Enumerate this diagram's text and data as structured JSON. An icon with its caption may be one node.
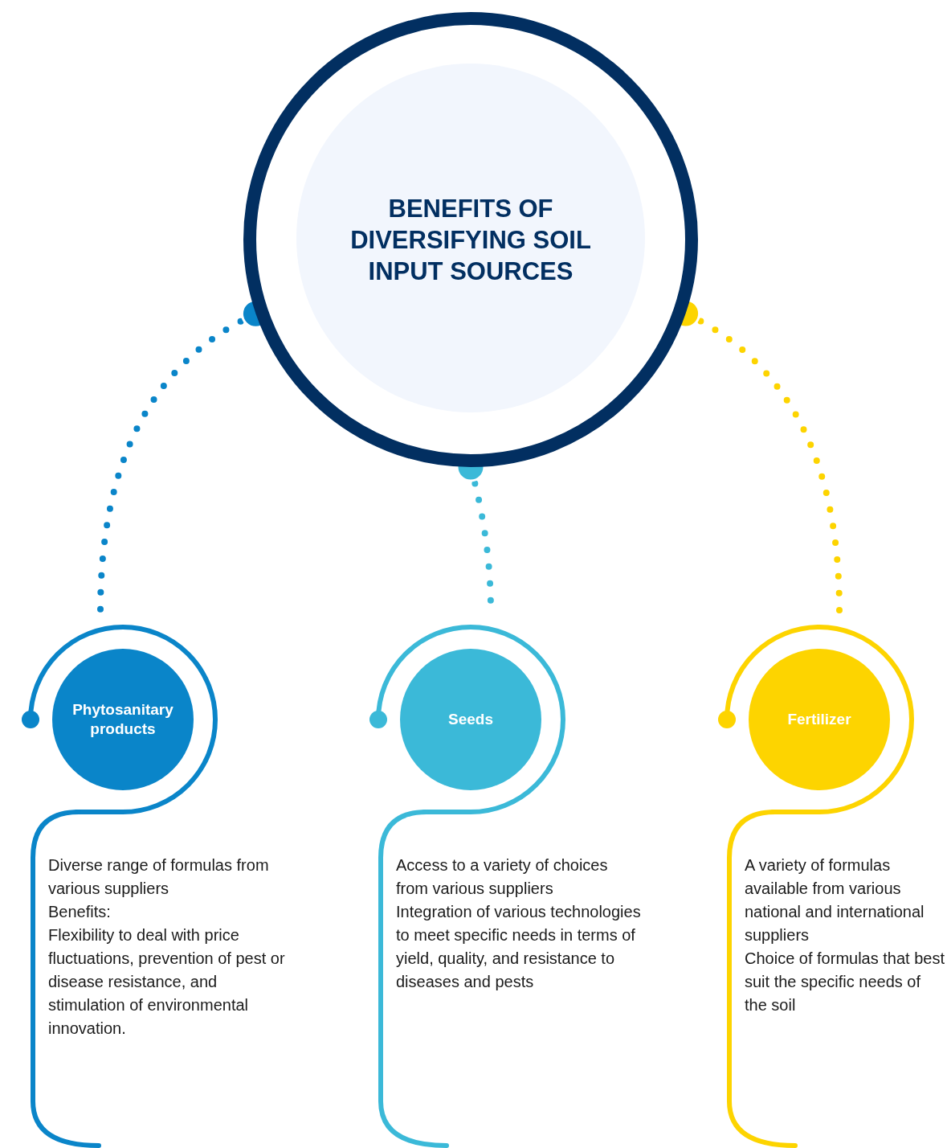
{
  "diagram": {
    "nodes": [
      {
        "text": [
          "BENEFITS OF DIVERSIFYING SOIL INPUT SOURCES"
        ]
      },
      {
        "text": [
          "Phytosanitary products"
        ]
      },
      {
        "text": [
          "Seeds"
        ]
      },
      {
        "text": [
          "Fertilizer"
        ]
      },
      {
        "text": [
          "Diverse range of formulas from various suppliers",
          "Benefits:",
          "Flexibility to deal with price fluctuations, prevention of pest or disease resistance, and stimulation of environmental innovation."
        ]
      },
      {
        "text": [
          "Access to a variety of choices from various suppliers",
          "Integration of various technologies to meet specific needs in terms of yield, quality, and resistance to diseases and pests"
        ]
      },
      {
        "text": [
          "A variety of formulas available from various national and international suppliers",
          "Choice of formulas that best suit the specific needs of the soil"
        ]
      }
    ],
    "edges": [
      {
        "from": 0,
        "to": 1,
        "arrow": "other",
        "style": "dashed",
        "color": "#0a85c9"
      },
      {
        "from": 0,
        "to": 2,
        "arrow": "other",
        "style": "dashed",
        "color": "#3bb9d8"
      },
      {
        "from": 0,
        "to": 3,
        "arrow": "other",
        "style": "dashed",
        "color": "#fdd400"
      },
      {
        "from": 1,
        "to": 4,
        "arrow": "other",
        "color": "#0a85c9"
      },
      {
        "from": 2,
        "to": 5,
        "arrow": "other",
        "color": "#3bb9d8"
      },
      {
        "from": 3,
        "to": 6,
        "arrow": "other",
        "color": "#fdd400"
      }
    ]
  }
}
